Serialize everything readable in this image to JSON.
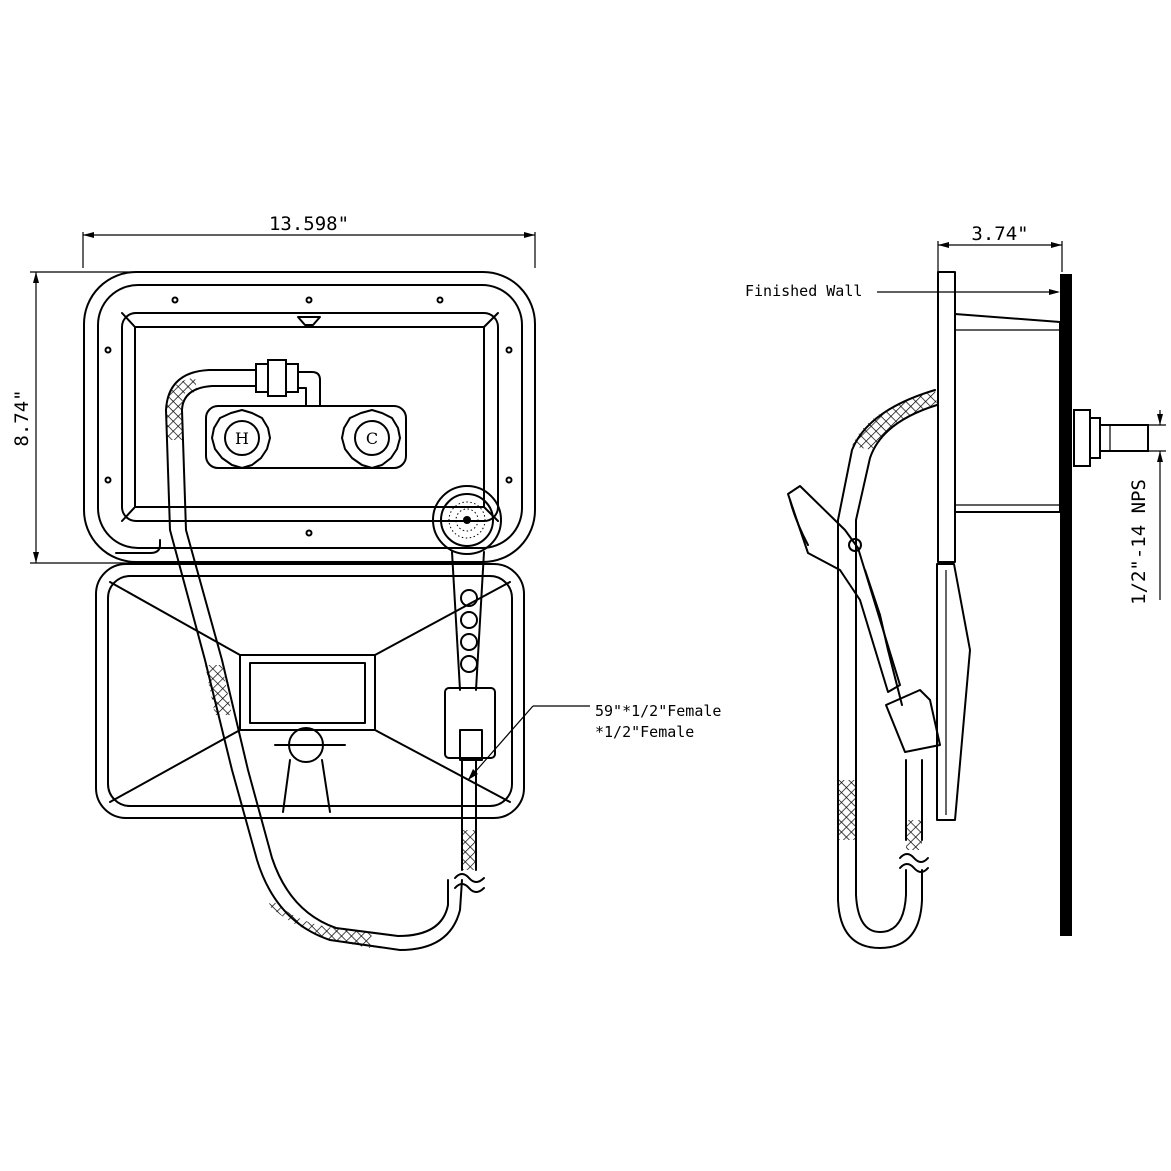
{
  "front_view": {
    "width_dim": "13.598\"",
    "height_dim": "8.74\"",
    "hot_knob": "H",
    "cold_knob": "C",
    "hose_note_line1": "59\"*1/2\"Female",
    "hose_note_line2": "*1/2\"Female"
  },
  "side_view": {
    "depth_dim": "3.74\"",
    "wall_label": "Finished Wall",
    "thread_dim": "1/2\"-14 NPS"
  },
  "colors": {
    "line": "#000000",
    "background": "#ffffff"
  }
}
